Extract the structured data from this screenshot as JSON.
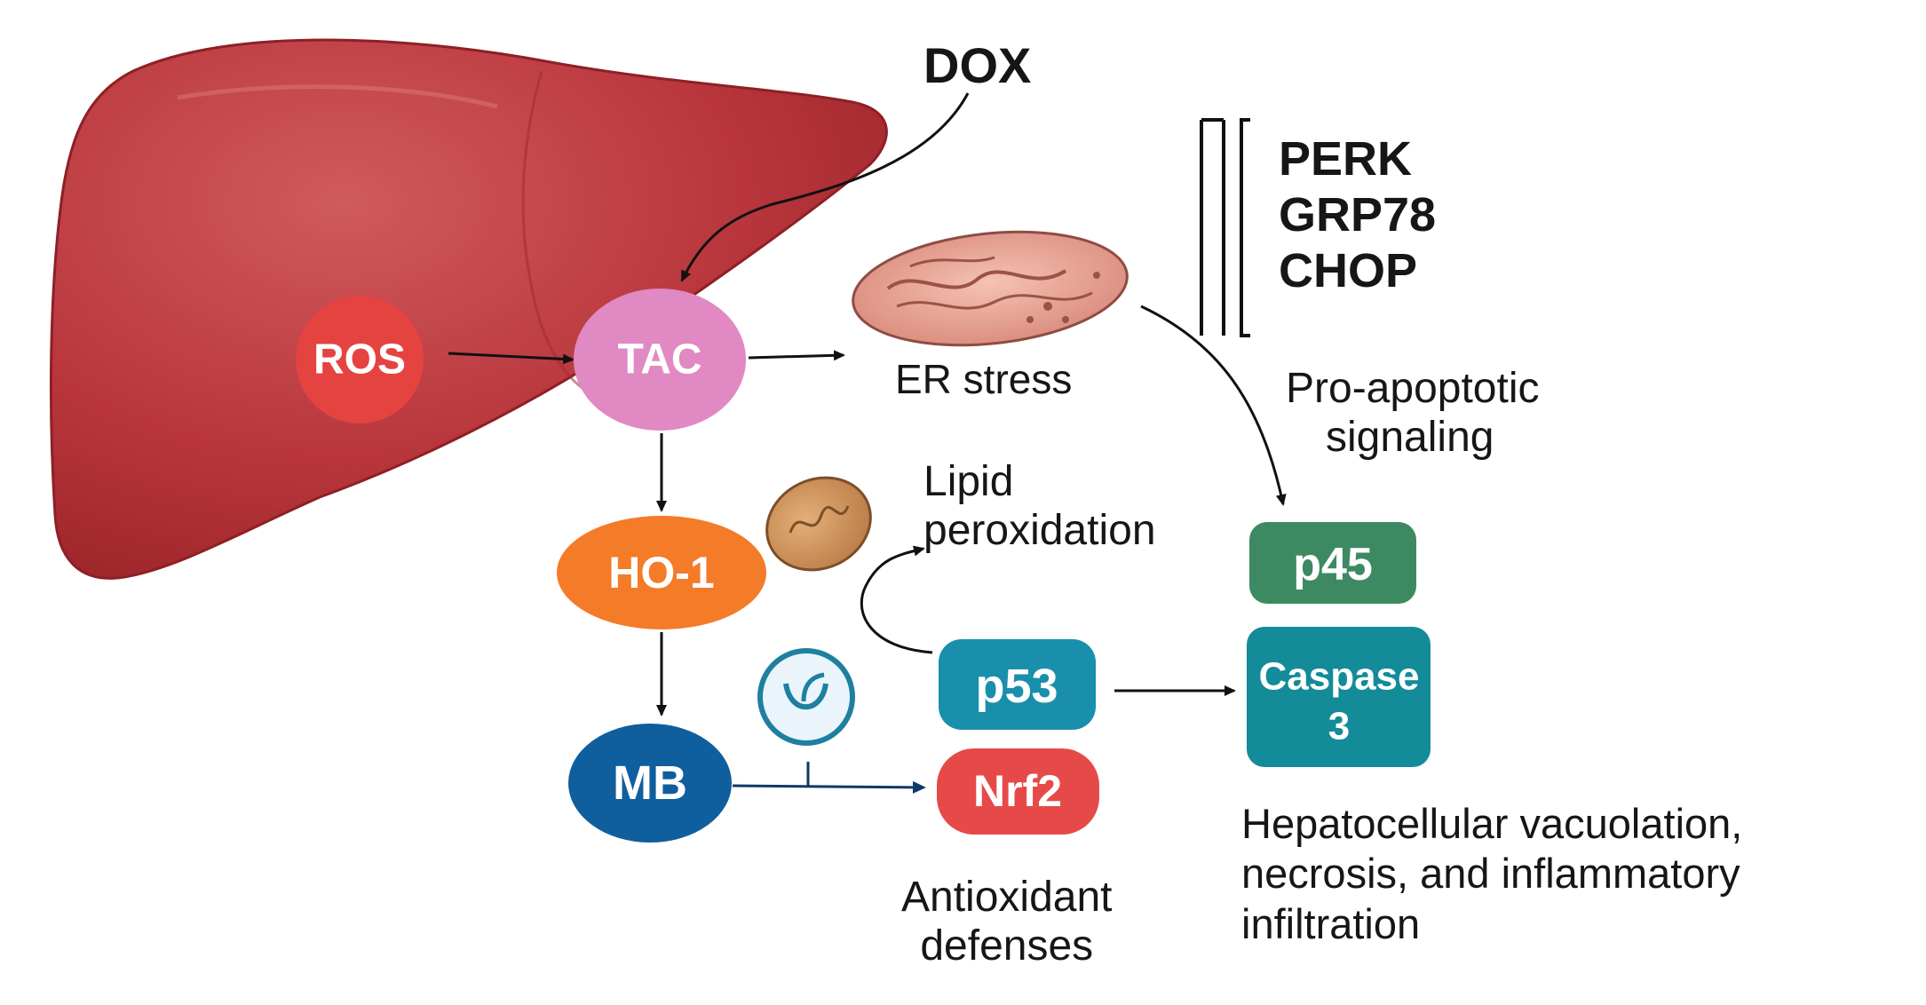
{
  "drug": "DOX",
  "er_markers": [
    "PERK",
    "GRP78",
    "CHOP"
  ],
  "nodes": {
    "ros": "ROS",
    "tac": "TAC",
    "ho1": "HO-1",
    "mb": "MB",
    "p53": "p53",
    "nrf2": "Nrf2",
    "p45": "p45",
    "caspase_line1": "Caspase",
    "caspase_line2": "3"
  },
  "labels": {
    "er_stress": "ER stress",
    "pro_apoptotic_line1": "Pro-apoptotic",
    "pro_apoptotic_line2": "signaling",
    "lipid_line1": "Lipid",
    "lipid_line2": "peroxidation",
    "antioxidant_line1": "Antioxidant",
    "antioxidant_line2": "defenses",
    "outcome_line1": "Hepatocellular vacuolation,",
    "outcome_line2": "necrosis, and inflammatory",
    "outcome_line3": "infiltration"
  },
  "colors": {
    "liver": "#b8363b",
    "ros": "#e5433f",
    "tac": "#e089c2",
    "ho1": "#f47b28",
    "mb": "#0f5f9f",
    "p53": "#1a8fac",
    "nrf2": "#e64a48",
    "p45": "#3d8a62",
    "caspase": "#138b99"
  }
}
